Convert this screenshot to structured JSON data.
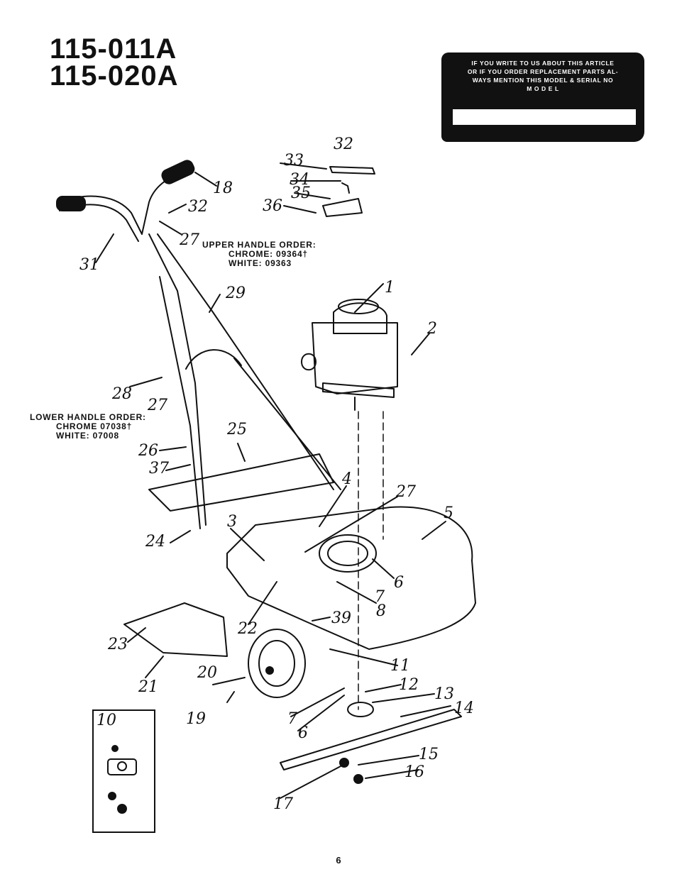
{
  "header": {
    "model_numbers": [
      "115-011A",
      "115-020A"
    ]
  },
  "notice": {
    "text_lines": [
      "IF YOU WRITE TO US ABOUT THIS ARTICLE",
      "OR IF YOU ORDER REPLACEMENT PARTS AL-",
      "WAYS MENTION THIS MODEL & SERIAL NO",
      "M O D E L"
    ]
  },
  "upper_handle_order": {
    "title": "UPPER HANDLE ORDER:",
    "chrome": "CHROME: 09364†",
    "white": "WHITE:   09363"
  },
  "lower_handle_order": {
    "title": "LOWER HANDLE ORDER:",
    "chrome": "CHROME   07038†",
    "white": "WHITE:    07008"
  },
  "callouts": [
    "1",
    "2",
    "3",
    "4",
    "5",
    "6",
    "7",
    "8",
    "10",
    "11",
    "12",
    "13",
    "14",
    "15",
    "16",
    "17",
    "18",
    "19",
    "20",
    "21",
    "22",
    "23",
    "24",
    "25",
    "26",
    "27",
    "28",
    "29",
    "31",
    "32",
    "33",
    "34",
    "35",
    "36",
    "37",
    "39"
  ],
  "footer": {
    "page_number": "6"
  }
}
